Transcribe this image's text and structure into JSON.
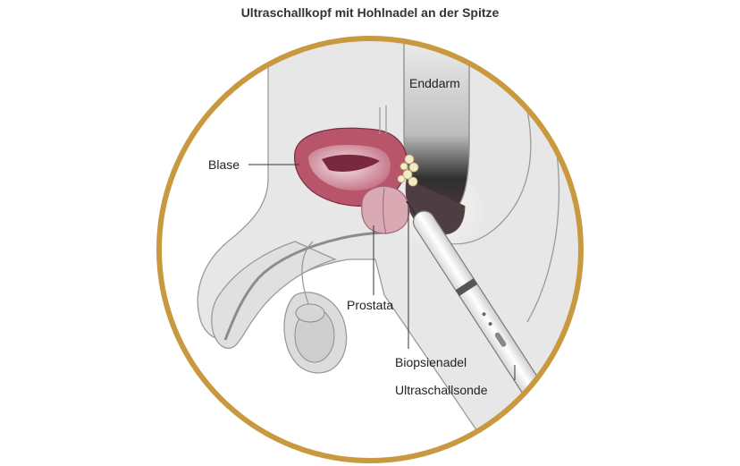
{
  "title": "Ultraschallkopf mit Hohlnadel an der Spitze",
  "labels": {
    "enddarm": "Enddarm",
    "blase": "Blase",
    "prostata": "Prostata",
    "biopsienadel": "Biopsienadel",
    "ultraschallsonde": "Ultraschallsonde"
  },
  "colors": {
    "ring": "#c9993f",
    "body_fill": "#e6e6e6",
    "body_outline": "#9a9a9a",
    "bladder_wall": "#b8556a",
    "bladder_inner": "#8a2c46",
    "prostate": "#d9a9b4",
    "rectum_dark": "#3a3a3a",
    "probe": "#f2f2f2"
  }
}
